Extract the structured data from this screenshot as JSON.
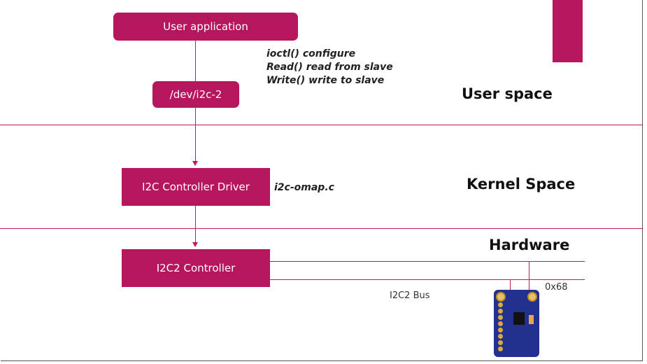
{
  "boxes": {
    "user_app": "User application",
    "dev_node": "/dev/i2c-2",
    "controller_driver": "I2C Controller Driver",
    "i2c2_controller": "I2C2 Controller"
  },
  "notes": {
    "ioctl": "ioctl()   configure",
    "read": "Read()  read from  slave",
    "write": "Write() write to slave",
    "driver_file": "i2c-omap.c"
  },
  "layers": {
    "user": "User space",
    "kernel": "Kernel Space",
    "hardware": "Hardware"
  },
  "bus": {
    "label": "I2C2  Bus",
    "address": "0x68"
  },
  "colors": {
    "accent": "#b5165e",
    "line": "#c2185b",
    "module_board": "#22308e"
  }
}
